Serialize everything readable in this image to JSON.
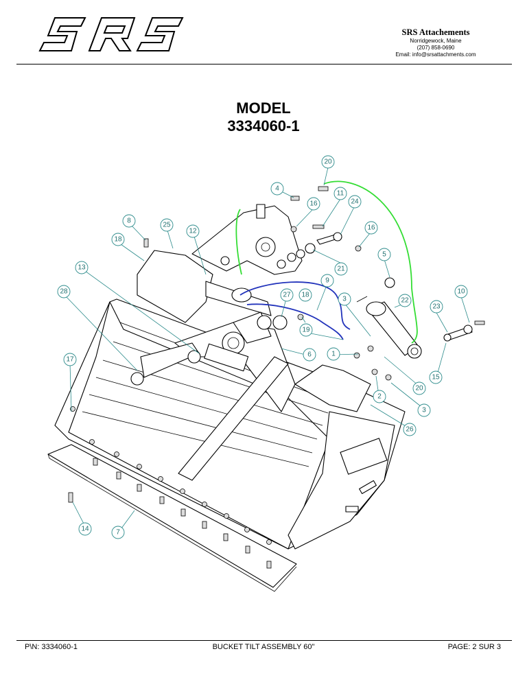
{
  "header": {
    "logo_text": "SRS",
    "company_name": "SRS Attachements",
    "city": "Norridgewock, Maine",
    "phone": "(207) 858-0690",
    "email": "Email: info@srsattachments.com"
  },
  "title": {
    "line1": "MODEL",
    "line2": "3334060-1"
  },
  "callouts": [
    {
      "label": "20"
    },
    {
      "label": "4"
    },
    {
      "label": "16"
    },
    {
      "label": "11"
    },
    {
      "label": "24"
    },
    {
      "label": "8"
    },
    {
      "label": "25"
    },
    {
      "label": "12"
    },
    {
      "label": "16"
    },
    {
      "label": "18"
    },
    {
      "label": "21"
    },
    {
      "label": "5"
    },
    {
      "label": "13"
    },
    {
      "label": "9"
    },
    {
      "label": "10"
    },
    {
      "label": "28"
    },
    {
      "label": "27"
    },
    {
      "label": "18"
    },
    {
      "label": "3"
    },
    {
      "label": "22"
    },
    {
      "label": "23"
    },
    {
      "label": "19"
    },
    {
      "label": "6"
    },
    {
      "label": "1"
    },
    {
      "label": "17"
    },
    {
      "label": "15"
    },
    {
      "label": "20"
    },
    {
      "label": "2"
    },
    {
      "label": "3"
    },
    {
      "label": "26"
    },
    {
      "label": "14"
    },
    {
      "label": "7"
    }
  ],
  "footer": {
    "part_number": "P\\N: 3334060-1",
    "description": "BUCKET TILT ASSEMBLY 60\"",
    "page": "PAGE: 2 SUR 3"
  },
  "colors": {
    "callout": "#2a8a8a",
    "hose_green": "#33dd33",
    "hose_blue": "#2233bb"
  }
}
